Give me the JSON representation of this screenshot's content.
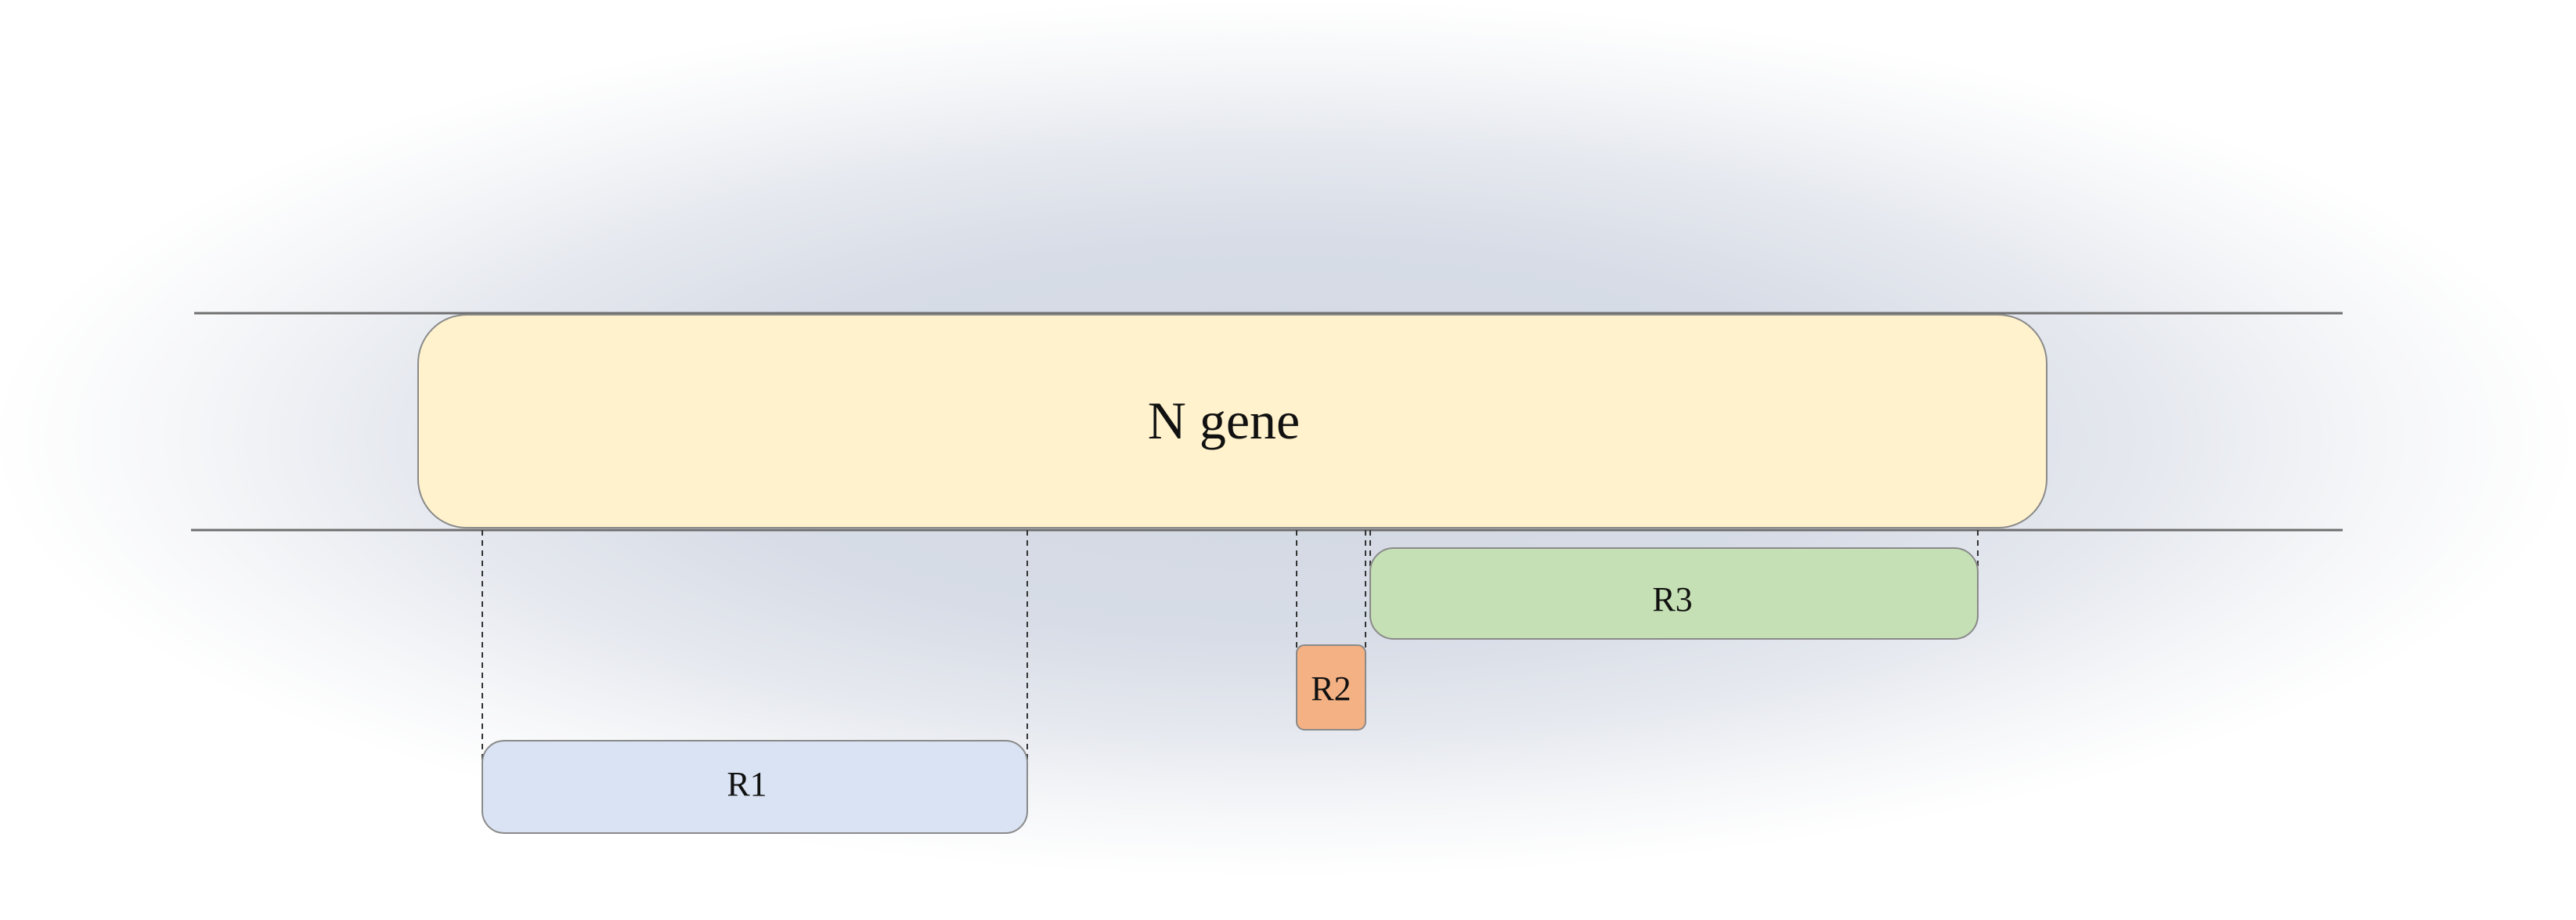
{
  "diagram": {
    "gene": {
      "label": "N gene",
      "fill": "#fff2cc",
      "stroke": "#8a8a8a"
    },
    "regions": [
      {
        "id": "r1",
        "label": "R1",
        "fill": "#dae3f3"
      },
      {
        "id": "r2",
        "label": "R2",
        "fill": "#f4b183"
      },
      {
        "id": "r3",
        "label": "R3",
        "fill": "#c5e0b4"
      }
    ],
    "line_color": "#6f6f6f"
  }
}
